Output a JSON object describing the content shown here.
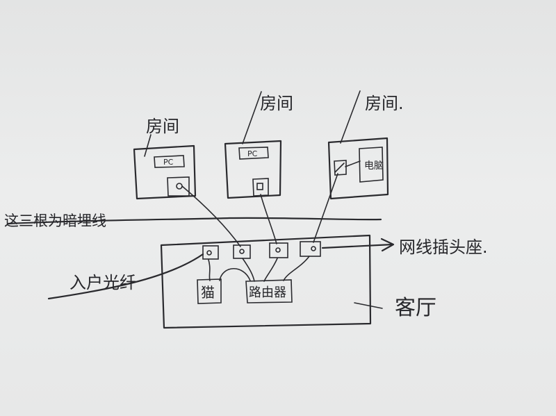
{
  "rooms": [
    {
      "label": "房间",
      "device_label": "PC"
    },
    {
      "label": "房间",
      "device_label": "PC"
    },
    {
      "label": "房间.",
      "device_label": "电脑"
    }
  ],
  "living_room": {
    "label": "客厅",
    "modem_label": "猫",
    "router_label": "路由器"
  },
  "fiber_label": "入户光纤",
  "cable_label": "这三根为暗埋线",
  "socket_label": "网线插头座."
}
